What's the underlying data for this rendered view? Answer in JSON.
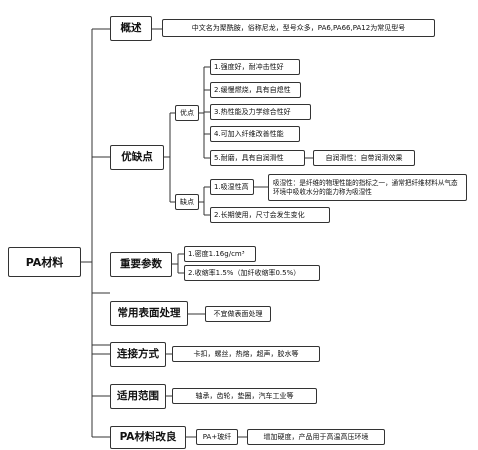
{
  "root": {
    "label": "PA材料"
  },
  "overview": {
    "label": "概述",
    "detail": "中文名为聚酰胺，俗称尼龙，型号众多，PA6,PA66,PA12为常见型号"
  },
  "pros_cons": {
    "label": "优缺点",
    "pros": {
      "label": "优点",
      "items": [
        "1.强度好，耐冲击性好",
        "2.缓慢燃烧，具有自熄性",
        "3.热性能及力学综合性好",
        "4.可加入纤维改善性能",
        "5.耐磨，具有自润滑性"
      ],
      "note": "自润滑性：自带润滑效果"
    },
    "cons": {
      "label": "缺点",
      "items": [
        "1.吸湿性高",
        "2.长期使用，尺寸会发生变化"
      ],
      "note": "吸湿性：是纤维的物理性能的指标之一，通常把纤维材料从气态环境中吸收水分的能力称为吸湿性"
    }
  },
  "params": {
    "label": "重要参数",
    "items": [
      "1.密度1.16g/cm³",
      "2.收缩率1.5%（加纤收缩率0.5%）"
    ]
  },
  "surface": {
    "label": "常用表面处理",
    "detail": "不宜做表面处理"
  },
  "joining": {
    "label": "连接方式",
    "detail": "卡扣，螺丝，热熔，超声，胶水等"
  },
  "scope": {
    "label": "适用范围",
    "detail": "轴承，齿轮，垫圈，汽车工业等"
  },
  "improve": {
    "label": "PA材料改良",
    "method": "PA+玻纤",
    "detail": "增加硬度，产品用于高温高压环境"
  }
}
